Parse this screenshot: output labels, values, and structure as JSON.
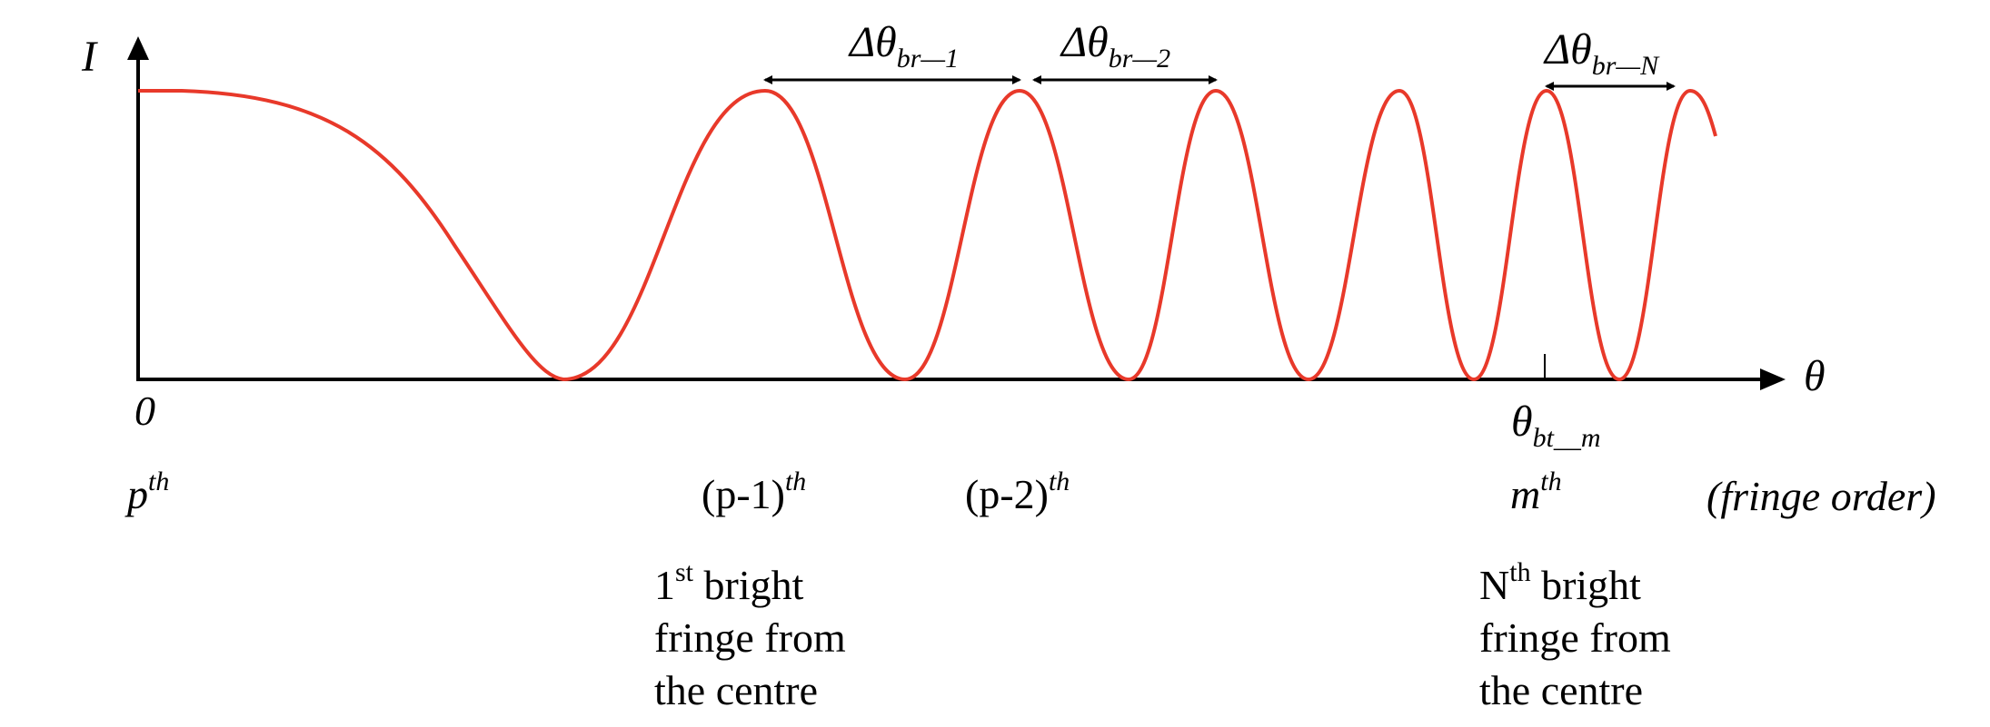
{
  "axes": {
    "y_label": "I",
    "x_label": "θ",
    "origin_label": "0"
  },
  "marker": {
    "symbol": "θ",
    "subscript": "bt__m"
  },
  "spacings": [
    {
      "symbol": "Δθ",
      "subscript": "br—1"
    },
    {
      "symbol": "Δθ",
      "subscript": "br—2"
    },
    {
      "symbol": "Δθ",
      "subscript": "br—N"
    }
  ],
  "orders": [
    {
      "base": "p",
      "sup": "th"
    },
    {
      "base": "(p-1)",
      "sup": "th"
    },
    {
      "base": "(p-2)",
      "sup": "th"
    },
    {
      "base": "m",
      "sup": "th"
    }
  ],
  "fringe_order_label": "(fringe order)",
  "notes": {
    "first": {
      "pre": "1",
      "sup": "st",
      "post": " bright",
      "line2": "fringe from",
      "line3": "the centre"
    },
    "nth": {
      "pre": "N",
      "sup": "th",
      "post": " bright",
      "line2": "fringe from",
      "line3": "the centre"
    }
  },
  "curve_color": "#e8392a",
  "axis_color": "#000000"
}
